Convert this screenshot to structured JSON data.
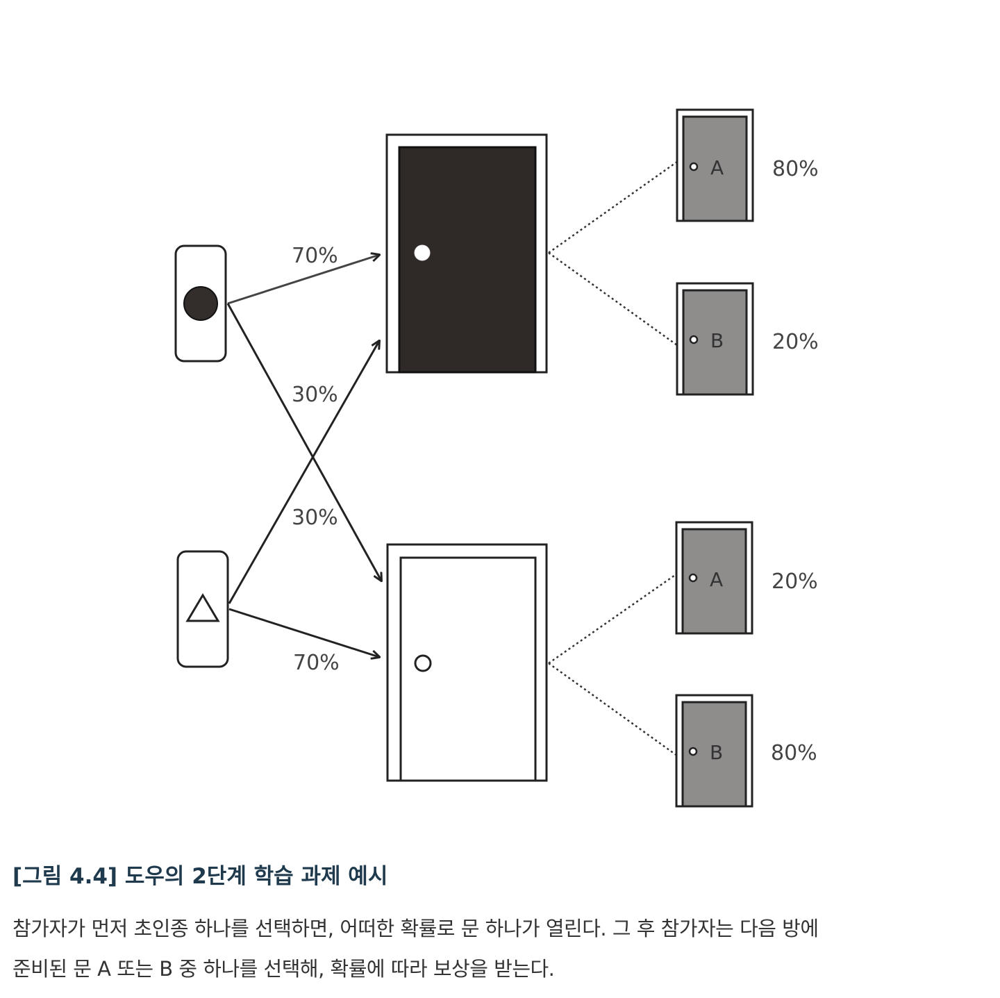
{
  "diagram": {
    "arrows": {
      "circle_to_dark": "70%",
      "circle_to_white": "30%",
      "triangle_to_dark": "30%",
      "triangle_to_white": "70%"
    },
    "stage2": {
      "dark_room": [
        {
          "letter": "A",
          "prob": "80%"
        },
        {
          "letter": "B",
          "prob": "20%"
        }
      ],
      "white_room": [
        {
          "letter": "A",
          "prob": "20%"
        },
        {
          "letter": "B",
          "prob": "80%"
        }
      ]
    },
    "colors": {
      "dark_door": "#2f2a28",
      "small_door": "#8f8c8c",
      "line": "#333333"
    }
  },
  "caption": {
    "title": "[그림 4.4] 도우의 2단계 학습 과제 예시",
    "line1": "참가자가 먼저 초인종 하나를 선택하면, 어떠한 확률로 문 하나가 열린다. 그 후 참가자는 다음 방에",
    "line2": "준비된 문 A 또는 B 중 하나를 선택해, 확률에 따라 보상을 받는다."
  }
}
